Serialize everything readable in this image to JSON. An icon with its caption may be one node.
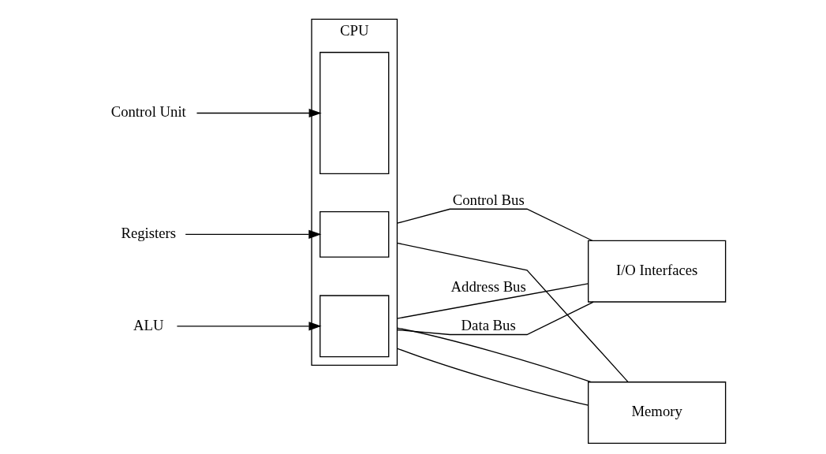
{
  "diagram": {
    "nodes": [
      {
        "text": [
          "Control Unit"
        ]
      },
      {
        "text": [
          "Registers"
        ]
      },
      {
        "text": [
          "Memory"
        ]
      },
      {
        "text": [
          "I/O Interfaces"
        ]
      },
      {
        "text": [
          "CPU"
        ]
      },
      {
        "text": [],
        "shape": "box",
        "in": 4
      },
      {
        "text": [],
        "shape": "box",
        "in": 4
      },
      {
        "text": [],
        "shape": "box",
        "in": 4
      },
      {
        "text": [
          "ALU"
        ]
      }
    ],
    "edges": [
      {
        "from": 0,
        "to": 5,
        "arrow": "to"
      },
      {
        "from": 1,
        "to": 6,
        "arrow": "to"
      },
      {
        "from": 8,
        "to": 7,
        "arrow": "to"
      },
      {
        "from": 4,
        "to": 2,
        "arrow": "none"
      },
      {
        "from": 4,
        "to": 3,
        "arrow": "none",
        "label": "Control Bus"
      },
      {
        "from": 4,
        "to": 2,
        "arrow": "none"
      },
      {
        "from": 4,
        "to": 3,
        "arrow": "none",
        "label": "Data Bus"
      },
      {
        "from": 4,
        "to": 2,
        "arrow": "none"
      },
      {
        "from": 4,
        "to": 3,
        "arrow": "none",
        "label": "Address Bus"
      }
    ]
  }
}
